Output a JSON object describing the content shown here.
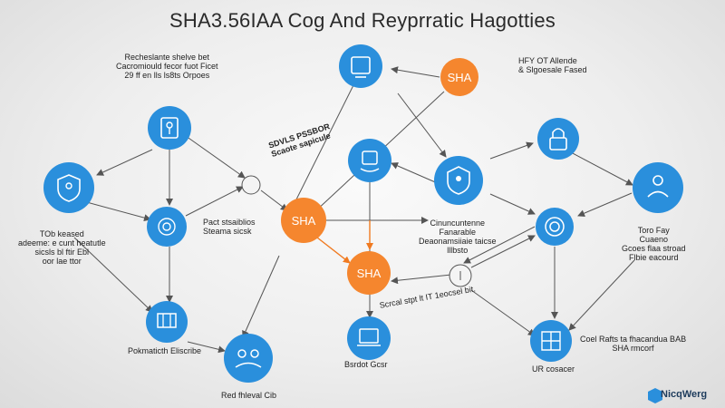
{
  "title": "SHA3.56IAA Cog And Reyprratic Hagotties",
  "nodes": {
    "sha_left": "SHA",
    "sha_top": "SHA",
    "sha_center": "SHA"
  },
  "labels": {
    "top_left": [
      "Recheslante shelve bet",
      "Cacromiould fecor fuot Ficet",
      "29 ff en lls ls8ts Orpoes"
    ],
    "top_right": [
      "HFY OT Allende",
      "& Slgoesale Fased"
    ],
    "diag_text": [
      "SDVLS PSSBOR",
      "Scaote sapicule"
    ],
    "left_mid": [
      "TOb keased",
      "adeeme: e cunt heatutle",
      "sicsls bl ftir Ebl",
      "oor lae ttor"
    ],
    "center_left": [
      "Pact stsaiblios",
      "Steama sicsk"
    ],
    "center_right": [
      "Cinuncuntenne",
      "Fanarable",
      "Deaonamsiiaie taicse",
      "lllbsto"
    ],
    "right_mid": [
      "Toro Fay",
      "Cuaeno",
      "Gcoes flaa stroad",
      "Flbie eacourd"
    ],
    "bottom_left": "Pokmaticth Eliscribe",
    "bottom_center_left": "Red fhleval Cib",
    "bottom_center": "Bsrdot Gcsr",
    "bottom_center_right": "Scrcal stpt lt IT 1eocsel bit.",
    "bottom_right1": [
      "Coel Rafts ta fhacandua BAB",
      "SHA rmcorf"
    ],
    "bottom_right2": "UR cosacer",
    "logo": "NicqWerg"
  },
  "colors": {
    "blue": "#2a8fdc",
    "orange": "#f5862e",
    "line": "#555555",
    "arrow_orange": "#f07a20"
  },
  "icons": {
    "n1": "key-lock-icon",
    "n2": "tablet-icon",
    "n3": "shield-key-icon",
    "n4": "hand-chip-icon",
    "n5": "shield-people-icon",
    "n6": "lock-icon",
    "n7": "user-lock-icon",
    "n8": "fingerprint-icon",
    "n9": "bank-icon",
    "n10": "people-icon",
    "n11": "laptop-icon",
    "n12": "network-icon",
    "n13": "grid-icon"
  }
}
